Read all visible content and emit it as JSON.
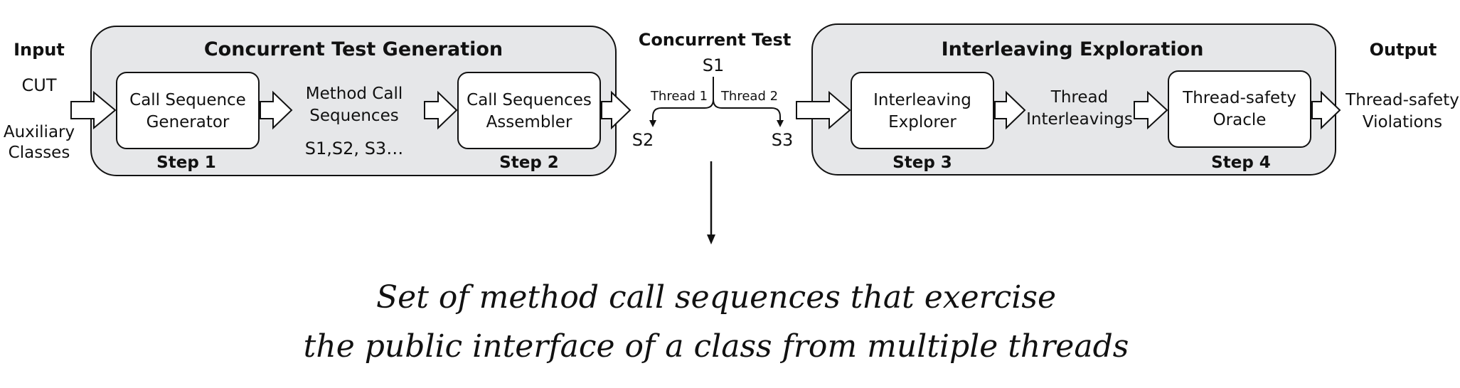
{
  "input": {
    "heading": "Input",
    "cut": "CUT",
    "aux_line1": "Auxiliary",
    "aux_line2": "Classes"
  },
  "generation": {
    "title": "Concurrent Test Generation",
    "generator_line1": "Call Sequence",
    "generator_line2": "Generator",
    "step1": "Step 1",
    "mcs_line1": "Method Call",
    "mcs_line2": "Sequences",
    "mcs_list": "S1,S2, S3…",
    "assembler_line1": "Call Sequences",
    "assembler_line2": "Assembler",
    "step2": "Step 2"
  },
  "concurrent_test": {
    "title": "Concurrent Test",
    "s1": "S1",
    "thread1": "Thread 1",
    "thread2": "Thread 2",
    "s2": "S2",
    "s3": "S3"
  },
  "exploration": {
    "title": "Interleaving Exploration",
    "explorer_line1": "Interleaving",
    "explorer_line2": "Explorer",
    "step3": "Step 3",
    "ti_line1": "Thread",
    "ti_line2": "Interleavings",
    "oracle_line1": "Thread-safety",
    "oracle_line2": "Oracle",
    "step4": "Step 4"
  },
  "output": {
    "heading": "Output",
    "line1": "Thread-safety",
    "line2": "Violations"
  },
  "caption": {
    "line1": "Set of method call sequences that exercise",
    "line2": "the public interface of a class from multiple threads"
  }
}
